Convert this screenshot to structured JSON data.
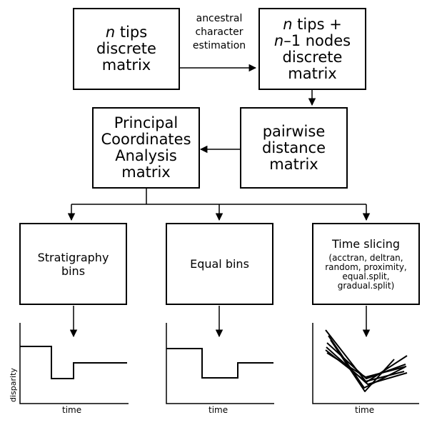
{
  "boxes": {
    "tips_matrix": {
      "line1_italic": "n",
      "line1_rest": " tips",
      "line2": "discrete",
      "line3": "matrix"
    },
    "nodes_matrix": {
      "line1_italic": "n",
      "line1_rest": " tips +",
      "line2_italic": "n",
      "line2_rest": "–1 nodes",
      "line3": "discrete",
      "line4": "matrix"
    },
    "pco_matrix": {
      "line1": "Principal",
      "line2": "Coordinates",
      "line3": "Analysis",
      "line4": "matrix"
    },
    "distance_matrix": {
      "line1": "pairwise",
      "line2": "distance",
      "line3": "matrix"
    },
    "stratigraphy": {
      "line1": "Stratigraphy",
      "line2": "bins"
    },
    "equal_bins": {
      "line1": "Equal bins"
    },
    "time_slicing": {
      "title": "Time slicing",
      "opt1": "(acctran, deltran,",
      "opt2": "random, proximity,",
      "opt3": "equal.split,",
      "opt4": "gradual.split)"
    }
  },
  "arrow_label": {
    "line1": "ancestral",
    "line2": "character",
    "line3": "estimation"
  },
  "plots": {
    "ylabel": "disparity",
    "xlabel": "time"
  }
}
